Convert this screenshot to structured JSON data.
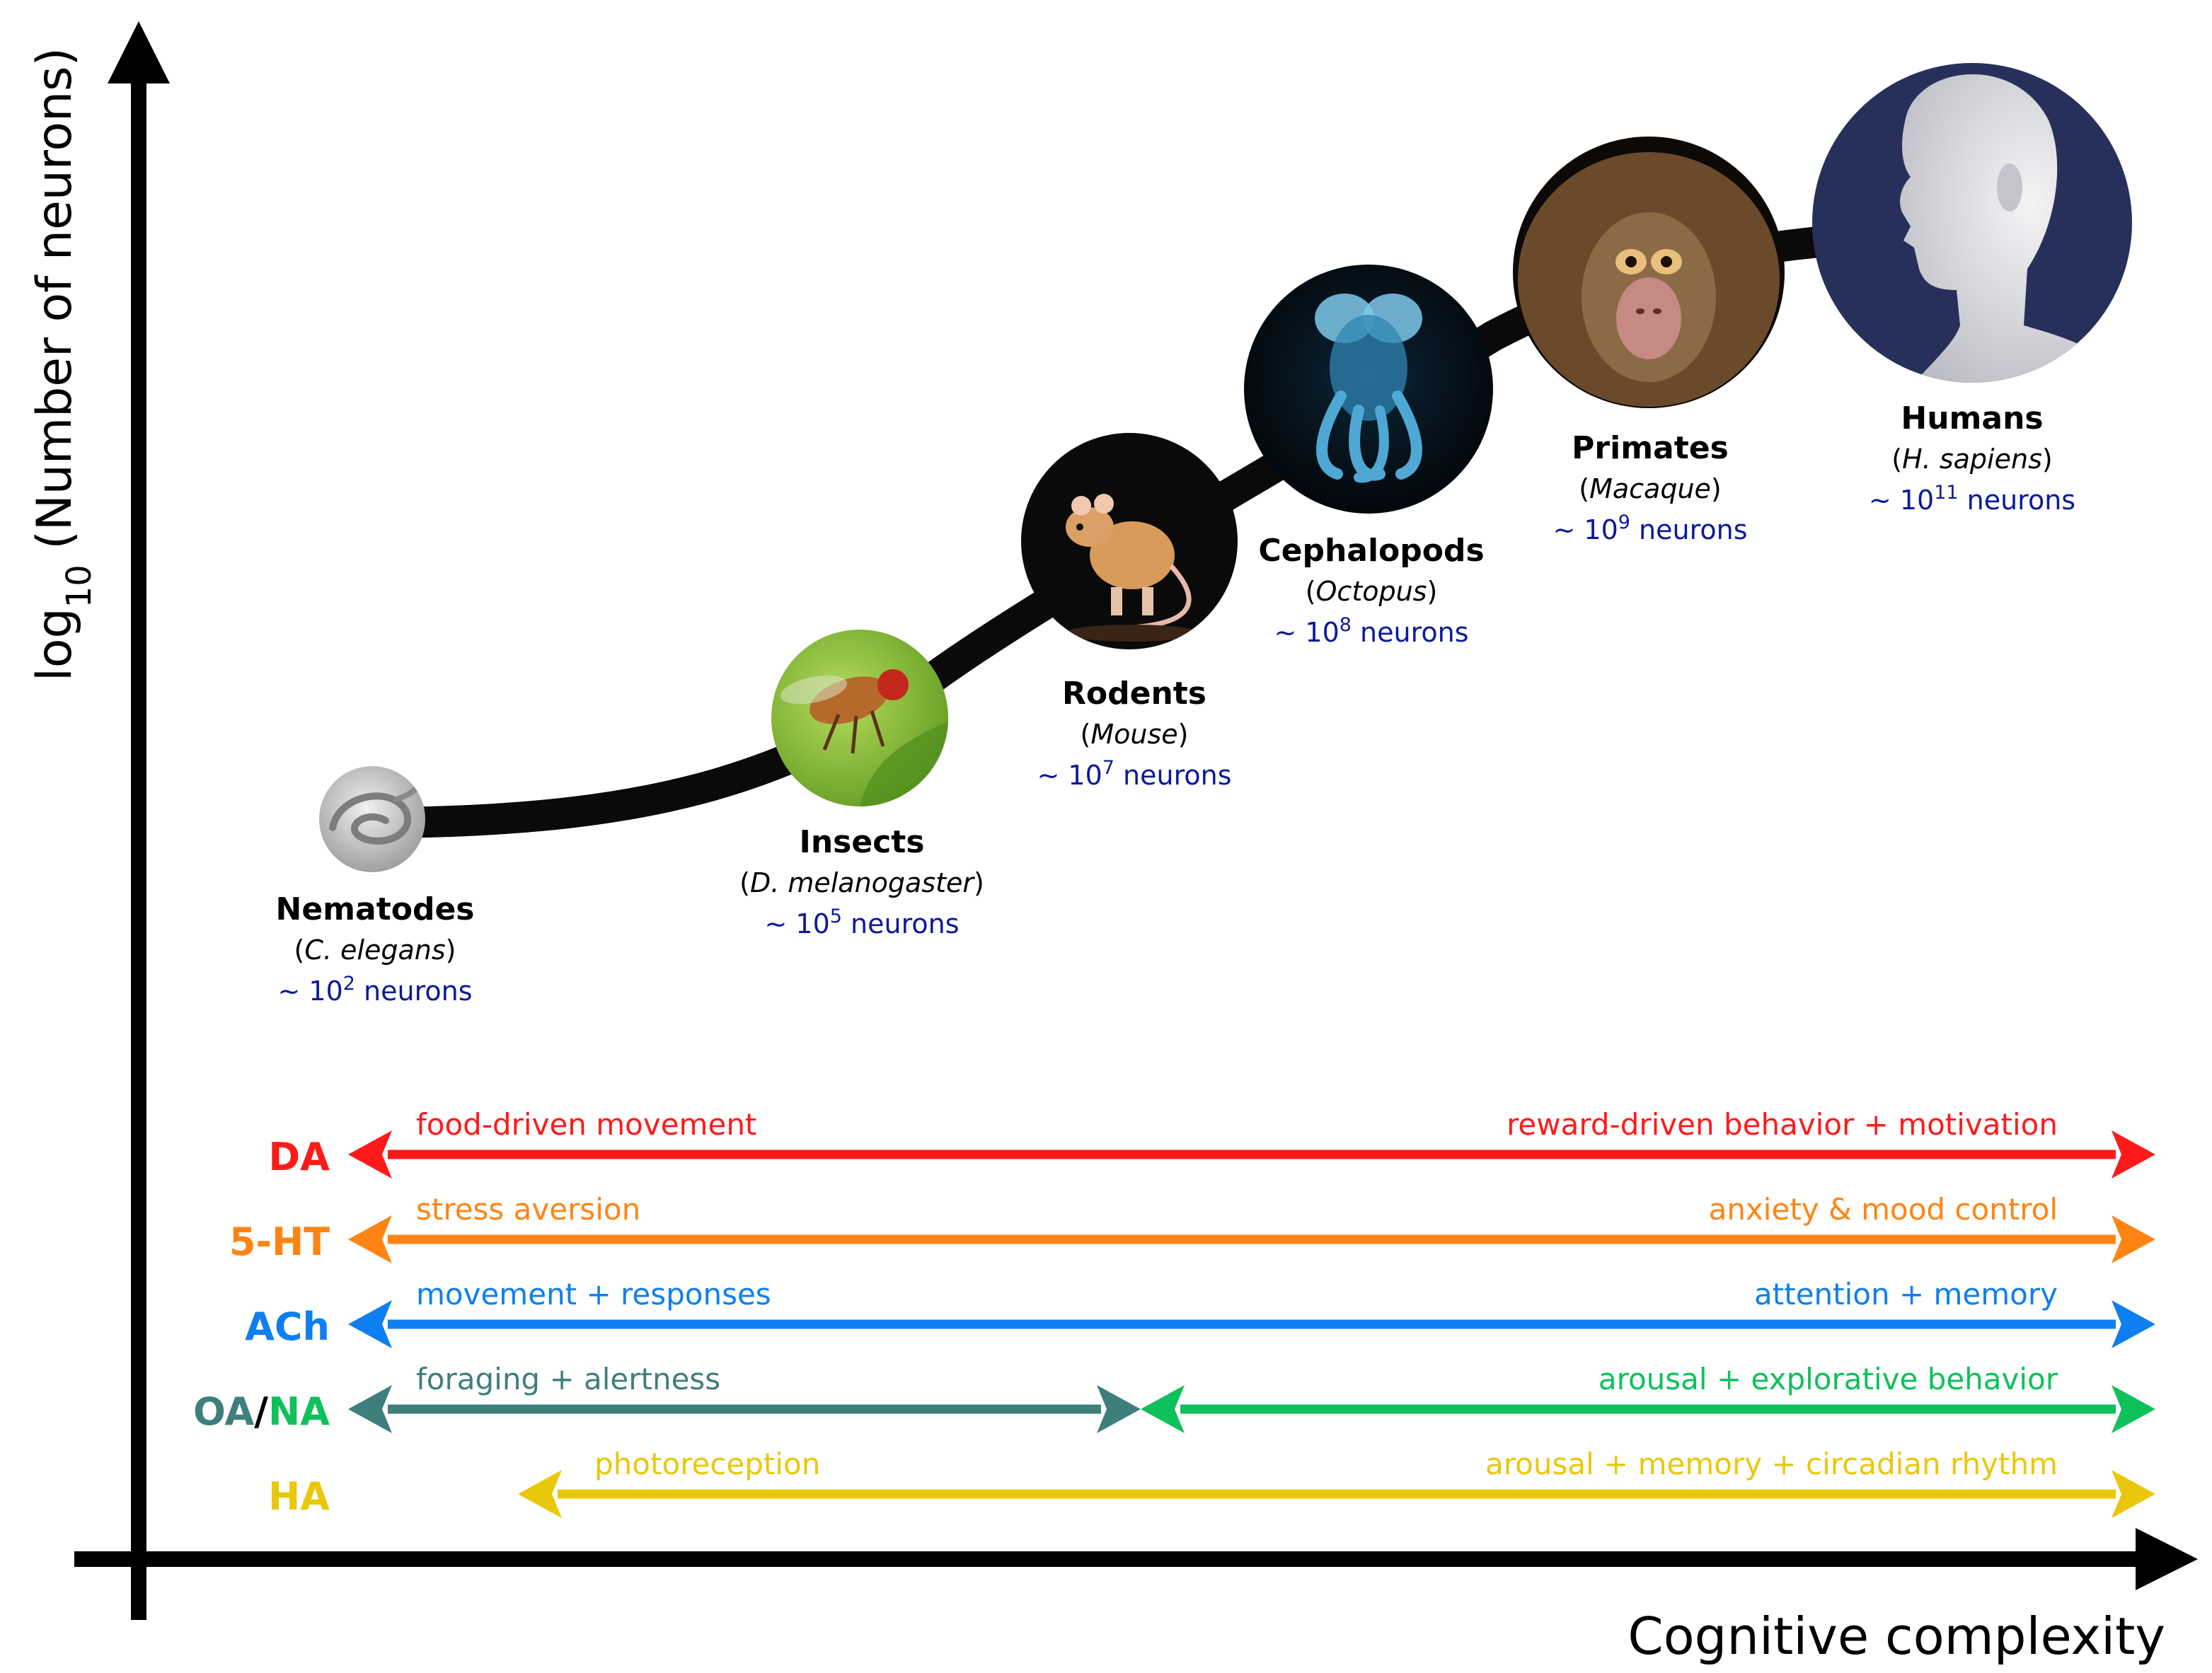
{
  "axes": {
    "y_label_prefix": "log",
    "y_label_subscript": "10",
    "y_label_rest": " (Number of neurons)",
    "x_label": "Cognitive complexity"
  },
  "organisms": [
    {
      "group": "Nematodes",
      "species": "C. elegans",
      "approx": "~ ",
      "base": "10",
      "exponent": "2",
      "unit": " neurons",
      "icon": "nematode-worm-icon",
      "fill": "#c8c8c8"
    },
    {
      "group": "Insects",
      "species": "D. melanogaster",
      "approx": "~ ",
      "base": "10",
      "exponent": "5",
      "unit": " neurons",
      "icon": "fruit-fly-icon",
      "fill": "#8fbf3a"
    },
    {
      "group": "Rodents",
      "species": "Mouse",
      "approx": "~ ",
      "base": "10",
      "exponent": "7",
      "unit": " neurons",
      "icon": "mouse-icon",
      "fill": "#0a0a0a"
    },
    {
      "group": "Cephalopods",
      "species": "Octopus",
      "approx": "~ ",
      "base": "10",
      "exponent": "8",
      "unit": " neurons",
      "icon": "octopus-icon",
      "fill": "#06080c"
    },
    {
      "group": "Primates",
      "species": "Macaque",
      "approx": "~ ",
      "base": "10",
      "exponent": "9",
      "unit": " neurons",
      "icon": "macaque-icon",
      "fill": "#0c0906"
    },
    {
      "group": "Humans",
      "species": "H. sapiens",
      "approx": "~ ",
      "base": "10",
      "exponent": "11",
      "unit": " neurons",
      "icon": "human-head-icon",
      "fill": "#27305a"
    }
  ],
  "neuromodulators": [
    {
      "label": "DA",
      "color": "#ff1a1a",
      "left_text": "food-driven movement",
      "right_text": "reward-driven behavior + motivation"
    },
    {
      "label": "5-HT",
      "color": "#ff8414",
      "left_text": "stress aversion",
      "right_text": "anxiety & mood control"
    },
    {
      "label": "ACh",
      "color": "#0e7ff0",
      "left_text": "movement + responses",
      "right_text": "attention + memory"
    },
    {
      "label_a": "OA",
      "label_sep": "/",
      "label_b": "NA",
      "color_a": "#3e7f7c",
      "color_b": "#0ec15a",
      "sep_color": "#000000",
      "left_text": "foraging + alertness",
      "right_text": "arousal + explorative behavior"
    },
    {
      "label": "HA",
      "color": "#e9c80c",
      "left_text": "photoreception",
      "right_text": "arousal + memory + circadian rhythm"
    }
  ],
  "colors": {
    "axis": "#000000",
    "curve": "#0a0a0a",
    "neuron_count_text": "#0b1a99",
    "label_text": "#000000"
  }
}
